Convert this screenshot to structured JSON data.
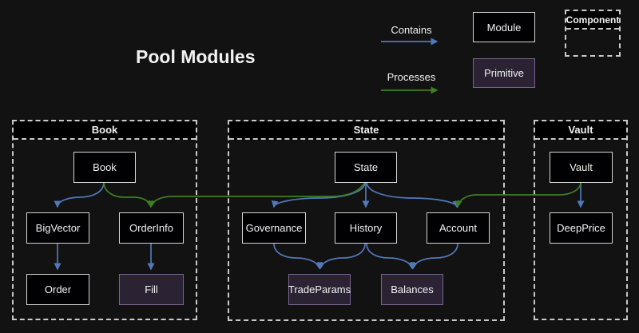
{
  "title": "Pool Modules",
  "colors": {
    "background": "#121212",
    "module_fill": "#010103",
    "module_border": "#d6d6d6",
    "primitive_fill": "#2b2234",
    "primitive_border": "#7a6490",
    "contains_arrow": "#5179b8",
    "processes_arrow": "#3f7d26",
    "container_border": "#c9c9c9",
    "text": "#f2f2f2"
  },
  "legend": {
    "contains_label": "Contains",
    "processes_label": "Processes",
    "module_label": "Module",
    "primitive_label": "Primitive",
    "component_label": "Component"
  },
  "sections": {
    "book": {
      "title": "Book"
    },
    "state": {
      "title": "State"
    },
    "vault": {
      "title": "Vault"
    }
  },
  "node_labels": {
    "book": "Book",
    "bigvector": "BigVector",
    "orderinfo": "OrderInfo",
    "order": "Order",
    "fill": "Fill",
    "state": "State",
    "governance": "Governance",
    "history": "History",
    "account": "Account",
    "tradeparams": "TradeParams",
    "balances": "Balances",
    "vault": "Vault",
    "deepprice": "DeepPrice"
  },
  "edges": {
    "contains": [
      {
        "from": "Book",
        "to": "BigVector"
      },
      {
        "from": "BigVector",
        "to": "Order"
      },
      {
        "from": "OrderInfo",
        "to": "Fill"
      },
      {
        "from": "State",
        "to": "Governance"
      },
      {
        "from": "State",
        "to": "History"
      },
      {
        "from": "State",
        "to": "Account"
      },
      {
        "from": "Governance",
        "to": "TradeParams"
      },
      {
        "from": "History",
        "to": "TradeParams"
      },
      {
        "from": "History",
        "to": "Balances"
      },
      {
        "from": "Account",
        "to": "Balances"
      },
      {
        "from": "Vault",
        "to": "DeepPrice"
      }
    ],
    "processes": [
      {
        "from": "Book",
        "to": "OrderInfo"
      },
      {
        "from": "State",
        "to": "OrderInfo"
      },
      {
        "from": "Vault",
        "to": "Account"
      }
    ]
  }
}
